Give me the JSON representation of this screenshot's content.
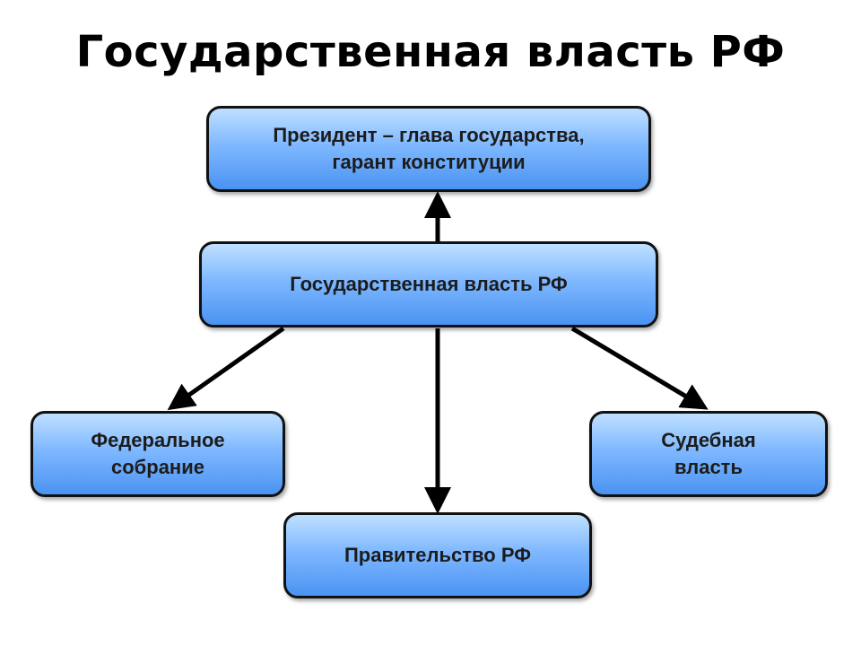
{
  "title": "Государственная власть РФ",
  "nodes": {
    "president": "Президент – глава государства,\nгарант конституции",
    "state_power": "Государственная власть РФ",
    "federal_assembly": "Федеральное\nсобрание",
    "judicial": "Судебная\nвласть",
    "government": "Правительство РФ"
  },
  "colors": {
    "box_fill_top": "#bfe0ff",
    "box_fill_bottom": "#4a93f2",
    "border": "#111111",
    "arrow": "#000000"
  }
}
